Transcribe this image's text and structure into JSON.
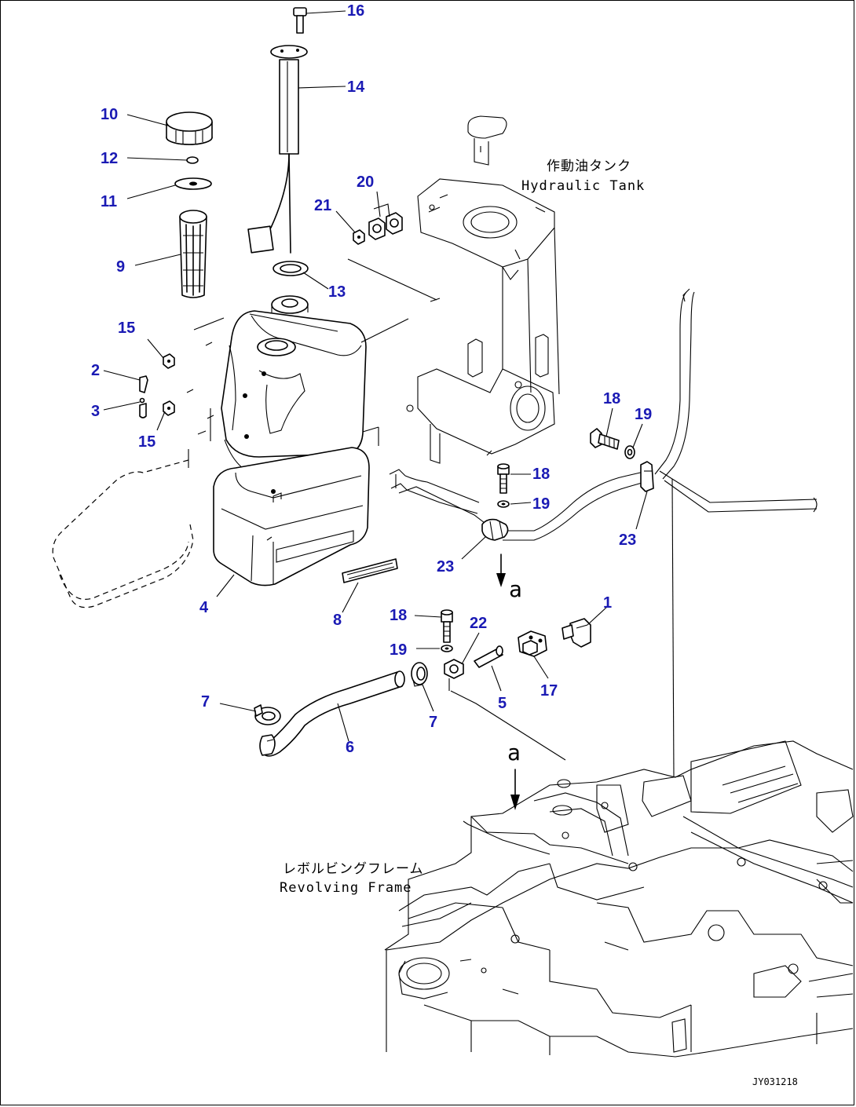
{
  "callouts": {
    "c1": "1",
    "c2": "2",
    "c3": "3",
    "c4": "4",
    "c5": "5",
    "c6": "6",
    "c7a": "7",
    "c7b": "7",
    "c8": "8",
    "c9": "9",
    "c10": "10",
    "c11": "11",
    "c12": "12",
    "c13": "13",
    "c14": "14",
    "c15a": "15",
    "c15b": "15",
    "c16": "16",
    "c17": "17",
    "c18a": "18",
    "c18b": "18",
    "c18c": "18",
    "c19a": "19",
    "c19b": "19",
    "c19c": "19",
    "c20": "20",
    "c21": "21",
    "c22": "22",
    "c23a": "23",
    "c23b": "23"
  },
  "labels": {
    "hydraulic_tank_jp": "作動油タンク",
    "hydraulic_tank_en": "Hydraulic Tank",
    "revolving_frame_jp": "レボルビングフレーム",
    "revolving_frame_en": "Revolving Frame",
    "view_a_top": "a",
    "view_a_bottom": "a",
    "drawing_code": "JY031218"
  },
  "colors": {
    "callout": "#1a1ab4",
    "line": "#000000",
    "background": "#ffffff"
  }
}
